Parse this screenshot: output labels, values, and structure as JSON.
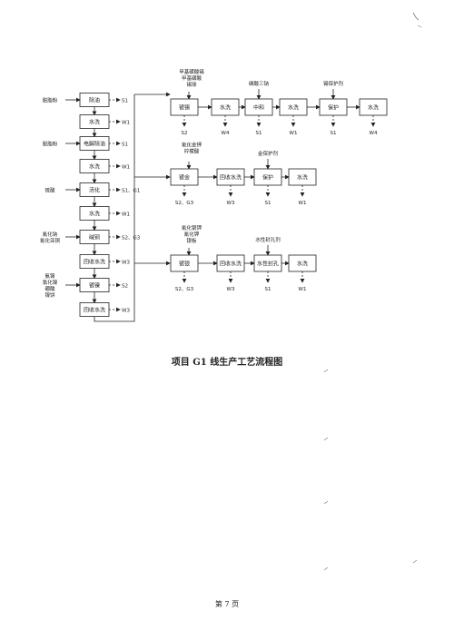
{
  "title": "项目 G1 线生产工艺流程图",
  "page_number": "第 7 页",
  "main_chain": {
    "steps": [
      {
        "label": "除油",
        "input": "脱脂粉",
        "output": "S1"
      },
      {
        "label": "水洗",
        "input": "",
        "output": "W1"
      },
      {
        "label": "电解除油",
        "input": "脱脂粉",
        "output": "S1"
      },
      {
        "label": "水洗",
        "input": "",
        "output": "W1"
      },
      {
        "label": "活化",
        "input": "硫酸",
        "output": "S1、G1"
      },
      {
        "label": "水洗",
        "input": "",
        "output": "W1"
      },
      {
        "label": "碱铜",
        "input": "氰化钠\n氰化亚铜",
        "output": "S2、G3"
      },
      {
        "label": "回收水洗",
        "input": "",
        "output": "W3"
      },
      {
        "label": "镀镍",
        "input": "氨镍\n氯化镍\n硼酸\n镍饼",
        "output": "S2"
      },
      {
        "label": "回收水洗",
        "input": "",
        "output": "W3"
      }
    ]
  },
  "branches": [
    {
      "input_label": "甲基磺酸锡\n甲基磺酸\n锡球",
      "steps": [
        {
          "label": "镀锡",
          "input": "",
          "output": "S2"
        },
        {
          "label": "水洗",
          "input": "",
          "output": "W4"
        },
        {
          "label": "中和",
          "input": "磷酸三钠",
          "output": "S1"
        },
        {
          "label": "水洗",
          "input": "",
          "output": "W1"
        },
        {
          "label": "保护",
          "input": "锡保护剂",
          "output": "S1"
        },
        {
          "label": "水洗",
          "input": "",
          "output": "W4"
        }
      ]
    },
    {
      "input_label": "氰化金钾\n柠檬酸",
      "steps": [
        {
          "label": "镀金",
          "input": "",
          "output": "S2、G3"
        },
        {
          "label": "回收水洗",
          "input": "",
          "output": "W3"
        },
        {
          "label": "保护",
          "input": "金保护剂",
          "output": "S1"
        },
        {
          "label": "水洗",
          "input": "",
          "output": "W1"
        }
      ]
    },
    {
      "input_label": "氰化银钾\n氰化钾\n银板",
      "steps": [
        {
          "label": "镀银",
          "input": "",
          "output": "S2、G3"
        },
        {
          "label": "回收水洗",
          "input": "",
          "output": "W3"
        },
        {
          "label": "水性封孔",
          "input": "水性封孔剂",
          "output": "S1"
        },
        {
          "label": "水洗",
          "input": "",
          "output": "W1"
        }
      ]
    }
  ]
}
